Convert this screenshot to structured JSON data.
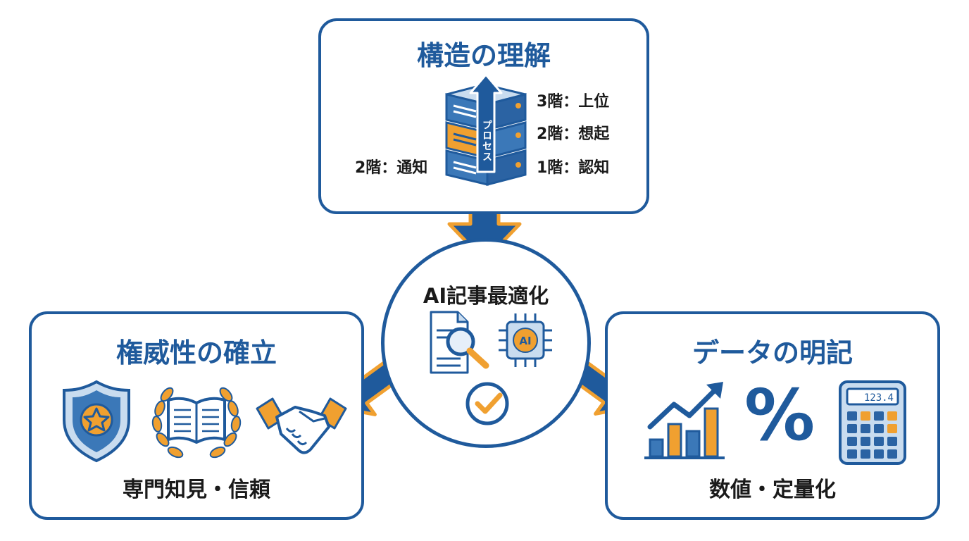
{
  "center": {
    "title": "AI記事最適化",
    "chip_label": "AI"
  },
  "top": {
    "title": "構造の理解",
    "arrow_label": "プロセス",
    "floors": {
      "f3_right": "3階：上位",
      "f2_right": "2階：想起",
      "f1_right": "1階：認知",
      "f2_left": "2階：通知"
    }
  },
  "left": {
    "title": "権威性の確立",
    "caption": "専門知見・信頼"
  },
  "right": {
    "title": "データの明記",
    "caption": "数値・定量化",
    "calculator_display": "123.4",
    "percent_symbol": "%"
  },
  "colors": {
    "blue": "#1f5a9c",
    "orange": "#f0a030",
    "light_blue": "#c9dcef"
  },
  "icons": [
    "server-stack-icon",
    "up-arrow-icon",
    "document-magnifier-icon",
    "ai-chip-icon",
    "checkmark-icon",
    "shield-star-icon",
    "laurel-book-icon",
    "handshake-icon",
    "bar-chart-icon",
    "percent-icon",
    "calculator-icon",
    "double-arrow-icon"
  ]
}
